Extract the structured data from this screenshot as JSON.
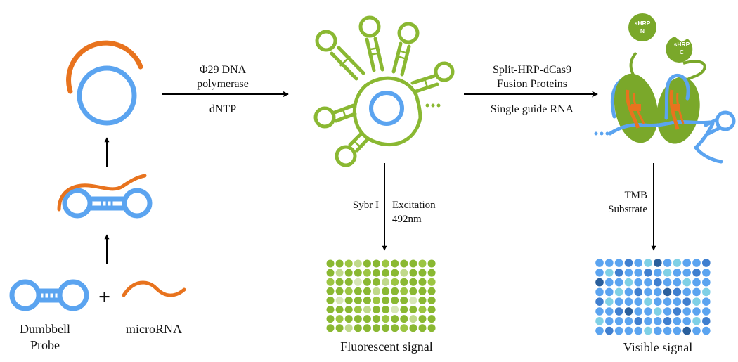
{
  "colors": {
    "dna_blue": "#5ba4f0",
    "rna_orange": "#e8731e",
    "amplicon_green": "#8ab832",
    "protein_green": "#7aa82a",
    "arrow": "#000000"
  },
  "left_column": {
    "probe_label_line1": "Dumbbell",
    "probe_label_line2": "Probe",
    "plus_sign": "+",
    "microrna_label": "microRNA"
  },
  "step1": {
    "label_line1": "Φ29 DNA",
    "label_line2": "polymerase",
    "label_below": "dNTP"
  },
  "step2": {
    "label_line1": "Split-HRP-dCas9",
    "label_line2": "Fusion Proteins",
    "label_below": "Single guide RNA"
  },
  "proteins": {
    "n_terminal_line1": "sHRP",
    "n_terminal_line2": "N",
    "c_terminal_line1": "sHRP",
    "c_terminal_line2": "C"
  },
  "fluorescence_branch": {
    "dye_label": "Sybr I",
    "excitation_line1": "Excitation",
    "excitation_line2": "492nm",
    "output_label": "Fluorescent signal",
    "grid_rows": 8,
    "grid_cols": 12,
    "palette": [
      "#8ab832",
      "#9cc542",
      "#c0d98a",
      "#d7e6b5"
    ],
    "levels": [
      [
        0,
        0,
        1,
        2,
        0,
        0,
        1,
        0,
        0,
        0,
        1,
        0
      ],
      [
        0,
        2,
        0,
        0,
        1,
        0,
        0,
        0,
        2,
        0,
        0,
        0
      ],
      [
        1,
        0,
        0,
        3,
        0,
        0,
        2,
        1,
        0,
        0,
        0,
        1
      ],
      [
        0,
        0,
        1,
        0,
        0,
        2,
        0,
        0,
        1,
        0,
        0,
        0
      ],
      [
        0,
        3,
        0,
        0,
        0,
        1,
        0,
        0,
        0,
        3,
        0,
        0
      ],
      [
        0,
        0,
        0,
        1,
        2,
        0,
        0,
        3,
        0,
        0,
        1,
        0
      ],
      [
        0,
        1,
        0,
        0,
        0,
        0,
        1,
        0,
        0,
        2,
        0,
        0
      ],
      [
        0,
        0,
        2,
        0,
        0,
        0,
        0,
        0,
        1,
        0,
        0,
        0
      ]
    ]
  },
  "colorimetric_branch": {
    "label_line1": "TMB",
    "label_line2": "Substrate",
    "output_label": "Visible signal",
    "grid_rows": 8,
    "grid_cols": 12,
    "palette": [
      "#5ba4f0",
      "#3f7fcf",
      "#7fd0e6",
      "#2a5f9c"
    ],
    "levels": [
      [
        0,
        0,
        0,
        1,
        0,
        2,
        3,
        0,
        2,
        0,
        0,
        1
      ],
      [
        0,
        2,
        1,
        0,
        0,
        1,
        0,
        2,
        0,
        0,
        1,
        0
      ],
      [
        3,
        0,
        0,
        2,
        0,
        0,
        1,
        0,
        0,
        2,
        0,
        0
      ],
      [
        0,
        0,
        2,
        0,
        1,
        0,
        0,
        3,
        1,
        0,
        0,
        2
      ],
      [
        1,
        2,
        0,
        0,
        0,
        2,
        0,
        0,
        0,
        1,
        2,
        0
      ],
      [
        0,
        0,
        1,
        3,
        0,
        0,
        2,
        0,
        1,
        0,
        0,
        0
      ],
      [
        2,
        0,
        0,
        0,
        1,
        0,
        0,
        1,
        0,
        0,
        2,
        1
      ],
      [
        0,
        1,
        0,
        0,
        0,
        2,
        0,
        0,
        0,
        3,
        0,
        0
      ]
    ]
  }
}
